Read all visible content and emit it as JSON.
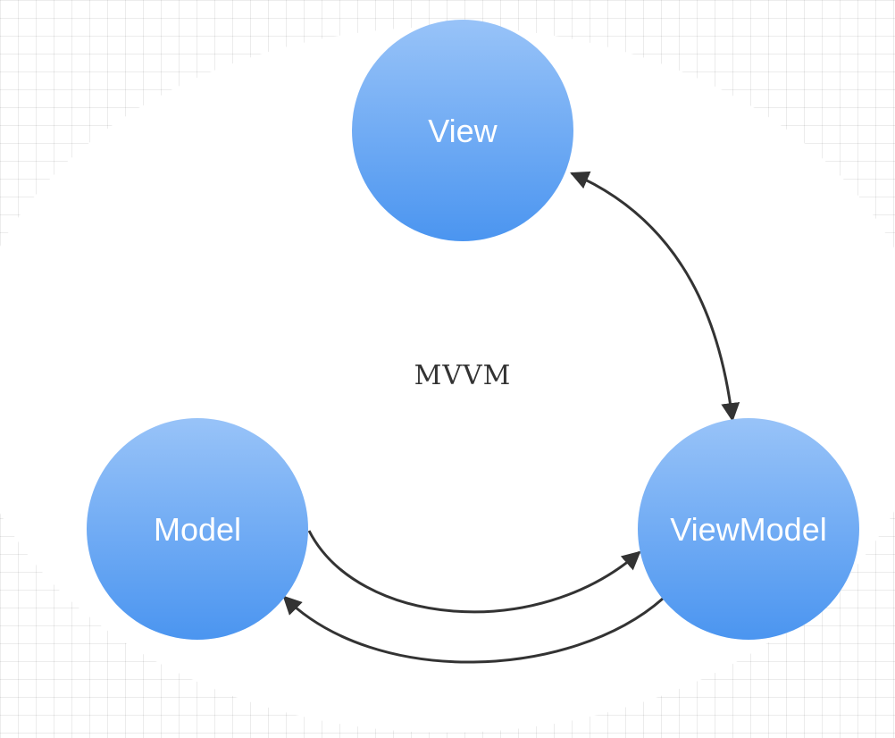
{
  "center_label": "MVVM",
  "nodes": {
    "view": "View",
    "model": "Model",
    "viewmodel": "ViewModel"
  },
  "colors": {
    "node_top": "#98c3f8",
    "node_bottom": "#4b95f0",
    "arrow": "#333333",
    "label_text": "#ffffff",
    "center_text": "#333333"
  }
}
